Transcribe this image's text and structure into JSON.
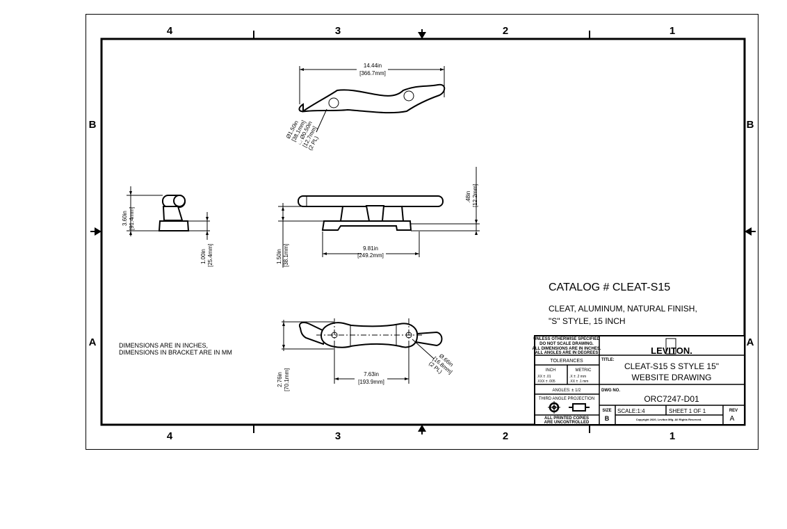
{
  "border": {
    "zones_top": [
      "4",
      "3",
      "2",
      "1"
    ],
    "zones_bottom": [
      "4",
      "3",
      "2",
      "1"
    ],
    "rows_left": [
      "B",
      "A"
    ],
    "rows_right": [
      "B",
      "A"
    ]
  },
  "top_view": {
    "overall_in": "14.44in",
    "overall_mm": "[366.7mm]",
    "callout": [
      "Ø1.50in",
      "[38.1mm]",
      "⌴ Ø0.50in",
      "[12.7mm]",
      "(2 PL)"
    ]
  },
  "end_view": {
    "height_in": "3.60in",
    "height_mm": "[91.4mm]",
    "base_in": "1.00in",
    "base_mm": "[25.4mm]"
  },
  "side_view": {
    "horn_in": "1.50in",
    "horn_mm": "[38.1mm]",
    "base_len_in": "9.81in",
    "base_len_mm": "[249.2mm]",
    "base_thk_in": ".48in",
    "base_thk_mm": "[12.2mm]"
  },
  "bottom_view": {
    "width_in": "2.76in",
    "width_mm": "[70.1mm]",
    "hole_spacing_in": "7.63in",
    "hole_spacing_mm": "[193.9mm]",
    "hole_callout": [
      "Ø.66in",
      "[16.8mm]",
      "(2 PL)"
    ]
  },
  "notes": {
    "line1": "DIMENSIONS ARE IN INCHES,",
    "line2": "DIMENSIONS IN BRACKET ARE IN MM"
  },
  "catalog": {
    "number": "CATALOG # CLEAT-S15",
    "desc1": "CLEAT,  ALUMINUM, NATURAL FINISH,",
    "desc2": "\"S\" STYLE, 15 INCH"
  },
  "title_block": {
    "general_notes": [
      "UNLESS OTHERWISE SPECIFIED",
      "DO NOT SCALE DRAWING.",
      "ALL DIMENSIONS ARE IN INCHES.",
      "ALL ANGLES ARE IN DEGREES"
    ],
    "tolerances": "TOLERANCES",
    "inch_label": "INCH",
    "metric_label": "METRIC",
    "inch_tol": [
      ".XX  ± .01",
      ".XXX ± .005"
    ],
    "metric_tol": [
      ".X  ± .2 mm",
      ".XX ± .1 mm"
    ],
    "angles": "ANGLES: ± 1/2",
    "projection": "THIRD ANGLE PROJECTION",
    "printed_copies": [
      "ALL PRINTED COPIES",
      "ARE UNCONTROLLED"
    ],
    "logo": "LEVITON.",
    "title_label": "TITLE:",
    "title1": "CLEAT-S15  S STYLE 15\"",
    "title2": "WEBSITE DRAWING",
    "dwg_label": "DWG NO.",
    "dwg_no": "ORC7247-D01",
    "size_label": "SIZE",
    "size": "B",
    "scale": "SCALE:1:4",
    "sheet": "SHEET 1 OF 1",
    "rev_label": "REV",
    "rev": "A",
    "copyright": "Copyright 2020, Leviton Mfg. All Rights Reserved."
  }
}
